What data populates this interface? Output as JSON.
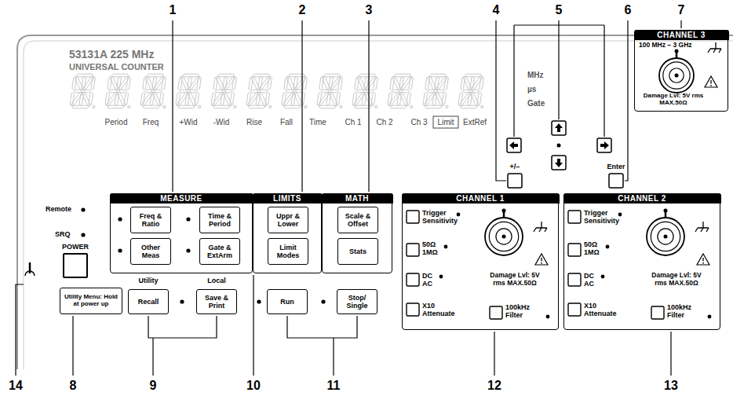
{
  "diagram": {
    "nodes": [
      {
        "text": [
          "MEASURE"
        ]
      },
      {
        "text": [
          "Freq & Ratio"
        ],
        "in": 0
      },
      {
        "text": [
          "Time & Period"
        ],
        "in": 0
      },
      {
        "text": [
          "Other Meas"
        ],
        "in": 0
      },
      {
        "text": [
          "Gate & ExtArm"
        ],
        "in": 0
      },
      {
        "text": [
          "LIMITS"
        ]
      },
      {
        "text": [
          "Uppr & Lower"
        ],
        "in": 5
      },
      {
        "text": [
          "Limit Modes"
        ],
        "in": 5
      },
      {
        "text": [
          "MATH"
        ]
      },
      {
        "text": [
          "Scale & Offset"
        ],
        "in": 8
      },
      {
        "text": [
          "Stats"
        ],
        "in": 8
      },
      {
        "text": [
          "CHANNEL 1"
        ]
      },
      {
        "text": [
          "CHANNEL 2"
        ]
      },
      {
        "text": [
          "CHANNEL 3"
        ]
      },
      {
        "text": [
          "POWER"
        ]
      },
      {
        "text": [
          "Utility Menu: Hold at power up"
        ]
      },
      {
        "text": [
          "Recall"
        ]
      },
      {
        "text": [
          "Save & Print"
        ]
      },
      {
        "text": [
          "Run"
        ]
      },
      {
        "text": [
          "Stop/ Single"
        ]
      }
    ],
    "labels": [
      "53131A 225 MHz",
      "UNIVERSAL COUNTER",
      "Period",
      "Freq",
      "+Wid",
      "-Wid",
      "Rise",
      "Fall",
      "Time",
      "Ch 1",
      "Ch 2",
      "Ch 3",
      "Limit",
      "ExtRef",
      "MHz",
      "µs",
      "Gate",
      "+/–",
      "Enter",
      "100 MHz – 3 GHz",
      "Damage Lvl: 5V rms MAX.50Ω",
      "Remote",
      "SRQ",
      "Utility",
      "Local",
      "Trigger Sensitivity",
      "50Ω 1MΩ",
      "DC AC",
      "X10 Attenuate",
      "Damage Lvl: 5V rms MAX.50Ω",
      "100kHz Filter",
      "Trigger Sensitivity",
      "50Ω 1MΩ",
      "DC AC",
      "X10 Attenuate",
      "Damage Lvl: 5V rms MAX.50Ω",
      "100kHz Filter",
      "1",
      "2",
      "3",
      "4",
      "5",
      "6",
      "7",
      "14",
      "8",
      "9",
      "10",
      "11",
      "12",
      "13"
    ]
  }
}
